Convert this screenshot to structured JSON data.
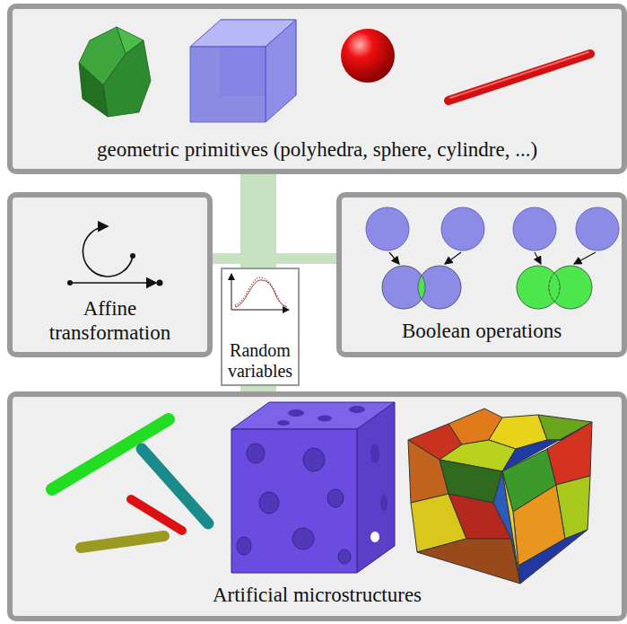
{
  "diagram": {
    "nodes": [
      {
        "text": [
          "geometric primitives (polyhedra, sphere, cylindre, ...)"
        ]
      },
      {
        "text": [
          "Affine transformation"
        ]
      },
      {
        "text": [
          "Random variables"
        ]
      },
      {
        "text": [
          "Boolean operations"
        ]
      },
      {
        "text": [
          "Artificial microstructures"
        ]
      }
    ],
    "edges": [
      {
        "from": 0,
        "to": 4,
        "arrow": "none"
      },
      {
        "from": 1,
        "to": 4,
        "arrow": "none"
      },
      {
        "from": 3,
        "to": 4,
        "arrow": "none"
      }
    ]
  }
}
